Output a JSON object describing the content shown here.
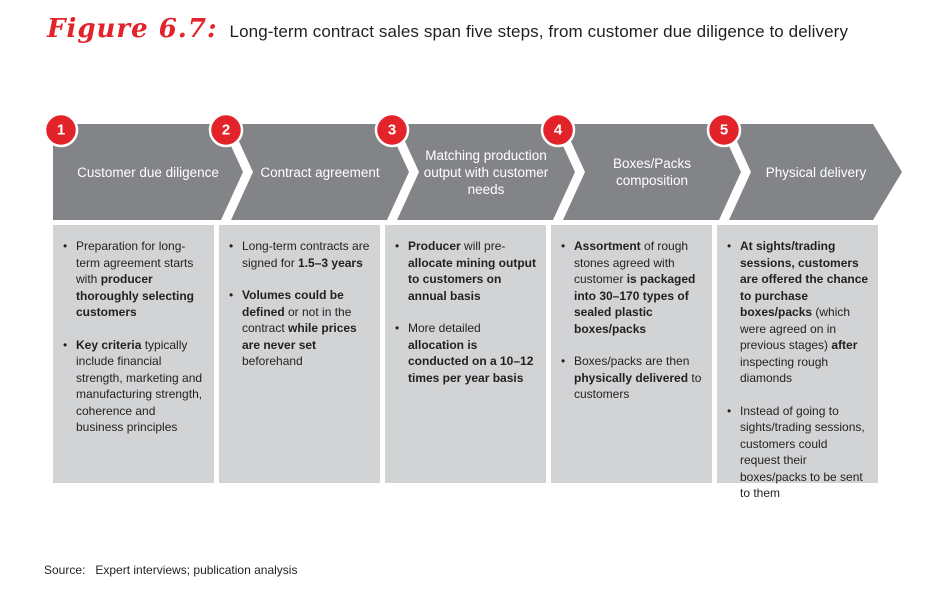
{
  "header": {
    "figure_label": "Figure 6.7:",
    "figure_title": "Long-term contract sales span five steps, from customer due diligence to delivery"
  },
  "colors": {
    "red": "#e2232a",
    "band_gray": "#828487",
    "box_gray": "#d2d3d5",
    "text": "#231f20",
    "white": "#ffffff"
  },
  "glyphs": {
    "bullet": "•"
  },
  "process": {
    "steps": [
      {
        "number": "1",
        "label": "Customer due diligence",
        "bullets": [
          [
            {
              "t": "Preparation for long-term agreement starts with "
            },
            {
              "t": "producer thoroughly selecting customers",
              "b": true
            }
          ],
          [
            {
              "t": "Key criteria",
              "b": true
            },
            {
              "t": " typically include financial strength, marketing and manufacturing strength, coherence and business principles"
            }
          ]
        ]
      },
      {
        "number": "2",
        "label": "Contract agreement",
        "bullets": [
          [
            {
              "t": "Long-term contracts are signed for "
            },
            {
              "t": "1.5–3 years",
              "b": true
            }
          ],
          [
            {
              "t": "Volumes could be defined",
              "b": true
            },
            {
              "t": " or not in the contract "
            },
            {
              "t": "while prices are never set",
              "b": true
            },
            {
              "t": " beforehand"
            }
          ]
        ]
      },
      {
        "number": "3",
        "label": "Matching production\noutput with customer\nneeds",
        "bullets": [
          [
            {
              "t": "Producer",
              "b": true
            },
            {
              "t": " will pre-"
            },
            {
              "t": "allocate mining output to customers on annual basis",
              "b": true
            }
          ],
          [
            {
              "t": "More detailed "
            },
            {
              "t": "allocation is conducted on a 10–12 times per year basis",
              "b": true
            }
          ]
        ]
      },
      {
        "number": "4",
        "label": "Boxes/Packs\ncomposition",
        "bullets": [
          [
            {
              "t": "Assortment",
              "b": true
            },
            {
              "t": " of rough stones agreed with customer "
            },
            {
              "t": "is packaged into 30–170 types of sealed plastic boxes/packs",
              "b": true
            }
          ],
          [
            {
              "t": "Boxes/packs are then "
            },
            {
              "t": "physically delivered",
              "b": true
            },
            {
              "t": " to customers"
            }
          ]
        ]
      },
      {
        "number": "5",
        "label": "Physical delivery",
        "bullets": [
          [
            {
              "t": "At sights/trading sessions, customers are offered the chance to purchase boxes/packs",
              "b": true
            },
            {
              "t": " (which were agreed on in previous stages) "
            },
            {
              "t": "after",
              "b": true
            },
            {
              "t": " inspecting rough diamonds"
            }
          ],
          [
            {
              "t": "Instead of going to sights/trading sessions, customers could request their boxes/packs to be sent to them"
            }
          ]
        ]
      }
    ]
  },
  "source": {
    "label": "Source:",
    "text": "Expert interviews; publication analysis"
  }
}
